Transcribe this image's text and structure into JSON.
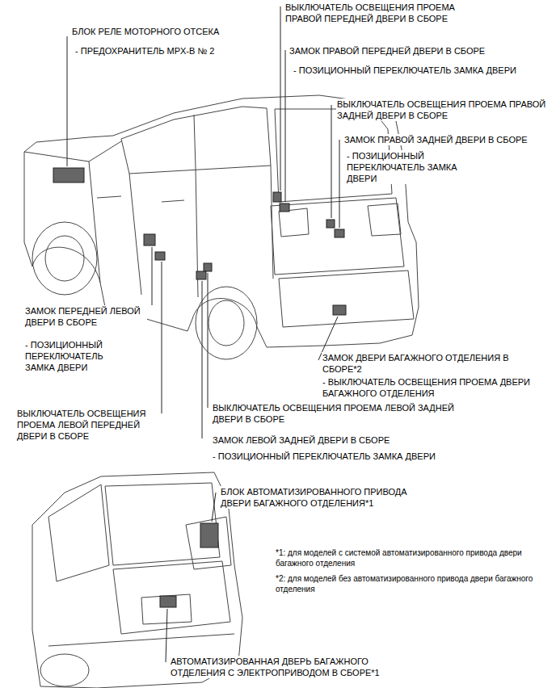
{
  "diagram": {
    "labels": [
      "БЛОК РЕЛЕ МОТОРНОГО ОТСЕКА",
      "- ПРЕДОХРАНИТЕЛЬ MPX-B № 2",
      "ВЫКЛЮЧАТЕЛЬ ОСВЕЩЕНИЯ ПРОЕМА ПРАВОЙ ПЕРЕДНЕЙ ДВЕРИ В СБОРЕ",
      "ЗАМОК ПРАВОЙ ПЕРЕДНЕЙ ДВЕРИ В СБОРЕ",
      "- ПОЗИЦИОННЫЙ ПЕРЕКЛЮЧАТЕЛЬ ЗАМКА ДВЕРИ",
      "ВЫКЛЮЧАТЕЛЬ ОСВЕЩЕНИЯ ПРОЕМА ПРАВОЙ ЗАДНЕЙ ДВЕРИ В СБОРЕ",
      "ЗАМОК ПРАВОЙ ЗАДНЕЙ ДВЕРИ В СБОРЕ",
      "- ПОЗИЦИОННЫЙ ПЕРЕКЛЮЧАТЕЛЬ ЗАМКА ДВЕРИ",
      "ЗАМОК ПЕРЕДНЕЙ ЛЕВОЙ ДВЕРИ В СБОРЕ",
      "- ПОЗИЦИОННЫЙ ПЕРЕКЛЮЧАТЕЛЬ ЗАМКА ДВЕРИ",
      "ЗАМОК ДВЕРИ БАГАЖНОГО ОТДЕЛЕНИЯ В СБОРЕ*2",
      "- ВЫКЛЮЧАТЕЛЬ ОСВЕЩЕНИЯ ПРОЕМА ДВЕРИ БАГАЖНОГО ОТДЕЛЕНИЯ",
      "ВЫКЛЮЧАТЕЛЬ ОСВЕЩЕНИЯ ПРОЕМА ЛЕВОЙ ПЕРЕДНЕЙ ДВЕРИ В СБОРЕ",
      "ВЫКЛЮЧАТЕЛЬ ОСВЕЩЕНИЯ ПРОЕМА ЛЕВОЙ ЗАДНЕЙ ДВЕРИ В СБОРЕ",
      "ЗАМОК ЛЕВОЙ ЗАДНЕЙ ДВЕРИ В СБОРЕ",
      "- ПОЗИЦИОННЫЙ ПЕРЕКЛЮЧАТЕЛЬ ЗАМКА ДВЕРИ",
      "БЛОК АВТОМАТИЗИРОВАННОГО ПРИВОДА ДВЕРИ БАГАЖНОГО ОТДЕЛЕНИЯ*1",
      "*1: для моделей с системой автоматизированного привода двери багажного отделения",
      "*2: для моделей без автоматизированного привода двери багажного отделения",
      "АВТОМАТИЗИРОВАННАЯ ДВЕРЬ БАГАЖНОГО ОТДЕЛЕНИЯ С ЭЛЕКТРОПРИВОДОМ В СБОРЕ*1"
    ]
  }
}
